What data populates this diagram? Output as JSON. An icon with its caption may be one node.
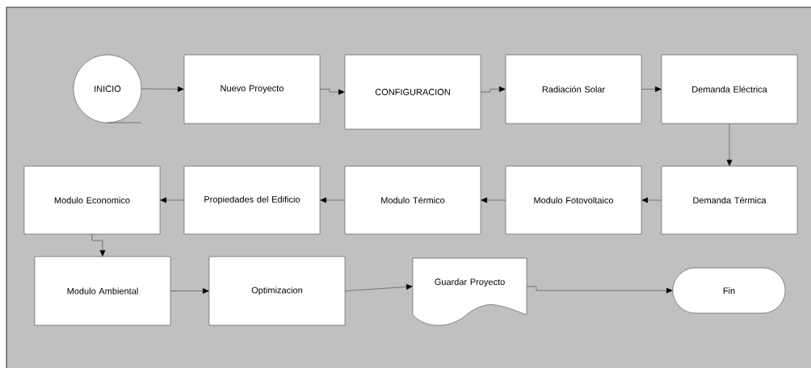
{
  "diagram": {
    "nodes": [
      {
        "text": [
          "INICIO"
        ]
      },
      {
        "text": [
          "Nuevo Proyecto"
        ]
      },
      {
        "text": [
          "CONFIGURACION"
        ]
      },
      {
        "text": [
          "Radiación Solar"
        ]
      },
      {
        "text": [
          "Demanda Eléctrica"
        ]
      },
      {
        "text": [
          "Demanda Térmica"
        ]
      },
      {
        "text": [
          "Modulo Fotovoltaico"
        ]
      },
      {
        "text": [
          "Modulo Térmico"
        ]
      },
      {
        "text": [
          "Propiedades del Edificio"
        ]
      },
      {
        "text": [
          "Modulo Economico"
        ]
      },
      {
        "text": [
          "Modulo Ambiental"
        ]
      },
      {
        "text": [
          "Optimizacion"
        ]
      },
      {
        "text": [
          "Guardar Proyecto"
        ]
      },
      {
        "text": [
          "Fin"
        ]
      }
    ],
    "edges": [
      {
        "from": 0,
        "to": 1,
        "arrow": "to"
      },
      {
        "from": 1,
        "to": 2,
        "arrow": "to"
      },
      {
        "from": 2,
        "to": 3,
        "arrow": "to"
      },
      {
        "from": 3,
        "to": 4,
        "arrow": "to"
      },
      {
        "from": 4,
        "to": 5,
        "arrow": "to"
      },
      {
        "from": 5,
        "to": 6,
        "arrow": "to"
      },
      {
        "from": 6,
        "to": 7,
        "arrow": "to"
      },
      {
        "from": 7,
        "to": 8,
        "arrow": "to"
      },
      {
        "from": 8,
        "to": 9,
        "arrow": "to"
      },
      {
        "from": 9,
        "to": 10,
        "arrow": "to"
      },
      {
        "from": 10,
        "to": 11,
        "arrow": "to"
      },
      {
        "from": 11,
        "to": 12,
        "arrow": "to"
      },
      {
        "from": 12,
        "to": 13,
        "arrow": "to"
      }
    ]
  }
}
